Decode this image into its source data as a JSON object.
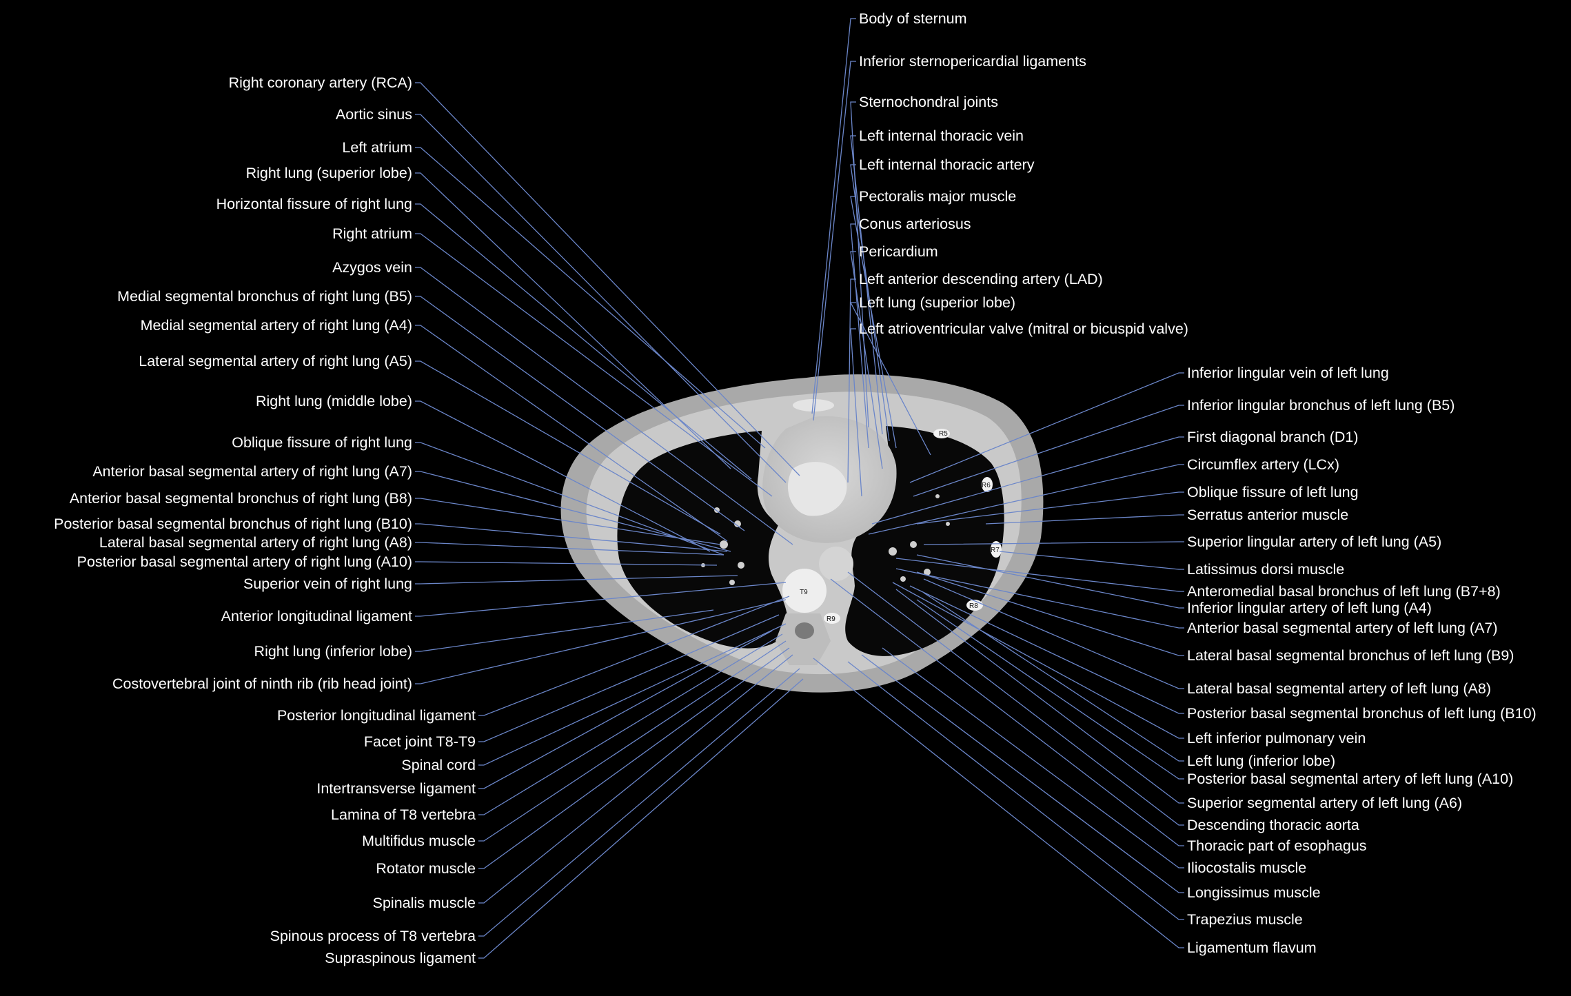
{
  "rib_labels": [
    "R5",
    "R6",
    "R7",
    "R8",
    "R9",
    "T9"
  ],
  "labels_left": [
    "Right coronary artery (RCA)",
    "Aortic sinus",
    "Left atrium",
    "Right lung (superior lobe)",
    "Horizontal fissure of right lung",
    "Right atrium",
    "Azygos vein",
    "Medial segmental bronchus of right lung (B5)",
    "Medial segmental artery of right lung (A4)",
    "Lateral segmental artery of right lung (A5)",
    "Right lung (middle lobe)",
    "Oblique fissure of right lung",
    "Anterior basal segmental artery of right lung (A7)",
    "Anterior basal segmental bronchus of right lung (B8)",
    "Posterior basal segmental bronchus of right lung (B10)",
    "Lateral basal segmental artery of right lung (A8)",
    "Posterior basal segmental artery of right lung (A10)",
    "Superior vein of right lung",
    "Anterior longitudinal ligament",
    "Right lung (inferior lobe)",
    "Costovertebral joint of ninth rib (rib head joint)"
  ],
  "labels_bottom_left": [
    "Posterior longitudinal ligament",
    "Facet joint T8-T9",
    "Spinal cord",
    "Intertransverse ligament",
    "Lamina of T8 vertebra",
    "Multifidus muscle",
    "Rotator muscle",
    "Spinalis muscle",
    "Spinous process of T8 vertebra",
    "Supraspinous ligament"
  ],
  "labels_top_right": [
    "Body of sternum",
    "Inferior sternopericardial ligaments",
    "Sternochondral joints",
    "Left internal thoracic vein",
    "Left internal thoracic artery",
    "Pectoralis major muscle",
    "Conus arteriosus",
    "Pericardium",
    "Left anterior descending artery (LAD)",
    "Left lung (superior lobe)",
    "Left atrioventricular valve (mitral or bicuspid valve)"
  ],
  "labels_right": [
    "Inferior lingular vein of left lung",
    "Inferior lingular bronchus of left lung (B5)",
    "First diagonal branch (D1)",
    "Circumflex artery (LCx)",
    "Oblique fissure of left lung",
    "Serratus anterior muscle",
    "Superior lingular artery of left lung (A5)",
    "Latissimus dorsi muscle",
    "Anteromedial basal bronchus of left lung (B7+8)",
    "Inferior lingular artery of left lung (A4)",
    "Anterior basal segmental artery of left lung (A7)",
    "Lateral basal segmental bronchus of left lung (B9)",
    "Lateral basal segmental artery of left lung (A8)",
    "Posterior basal segmental bronchus of left lung (B10)",
    "Left inferior pulmonary vein",
    "Left lung (inferior lobe)",
    "Posterior basal segmental artery of left lung (A10)",
    "Superior segmental artery of left lung (A6)",
    "Descending thoracic aorta",
    "Thoracic part of esophagus",
    "Iliocostalis muscle",
    "Longissimus muscle",
    "Trapezius muscle",
    "Ligamentum flavum"
  ]
}
